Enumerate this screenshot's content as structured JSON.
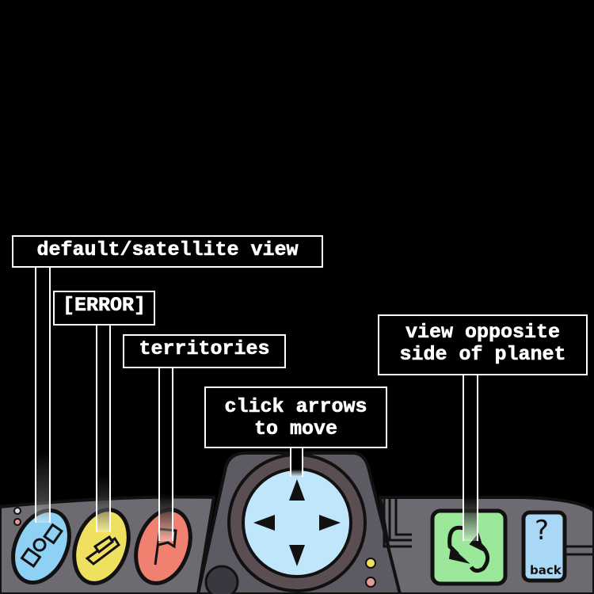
{
  "labels": {
    "view_toggle": "default/satellite view",
    "error": "[ERROR]",
    "territories": "territories",
    "arrows": "click arrows\nto move",
    "opposite": "view opposite\nside of planet"
  },
  "buttons": {
    "back_label": "back",
    "help_glyph": "?"
  },
  "colors": {
    "satellite_button": "#8fd0f5",
    "error_button": "#f0e060",
    "territories_button": "#f08070",
    "dpad": "#bfe6fb",
    "opposite_button": "#9be89b",
    "help_button": "#a8d8f5",
    "console": "#6e6a72"
  }
}
